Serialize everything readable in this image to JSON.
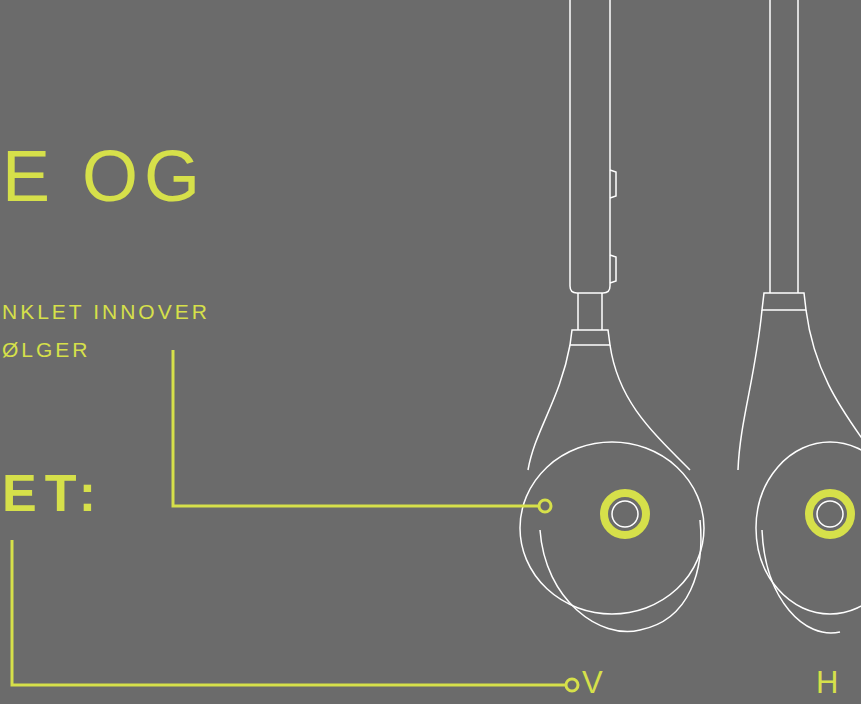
{
  "diagram": {
    "labels": [
      "E OG",
      "NKLET INNOVER",
      "ØLGER",
      "ET:",
      "V",
      "H"
    ]
  }
}
